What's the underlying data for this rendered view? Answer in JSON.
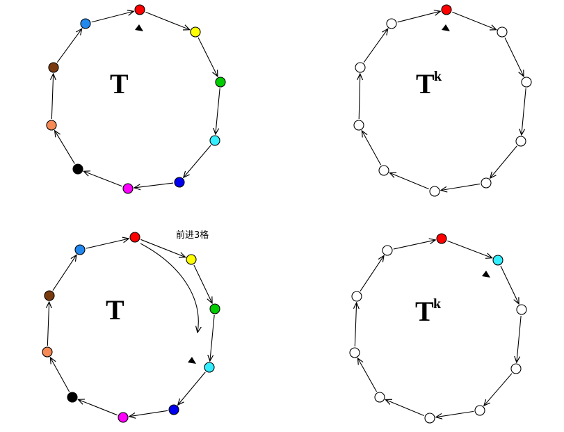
{
  "colors": {
    "red": "#ff0000",
    "yellow": "#ffff00",
    "green": "#00cc00",
    "cyan": "#33eeff",
    "blue": "#0000ee",
    "magenta": "#ff00ff",
    "black": "#000000",
    "orange": "#f58a55",
    "brown": "#7a3a10",
    "skyblue": "#2288ee",
    "empty": "#ffffff"
  },
  "panels": [
    {
      "id": "top-left",
      "label": "T",
      "superscript": "",
      "nodes": [
        "red",
        "yellow",
        "green",
        "cyan",
        "blue",
        "magenta",
        "black",
        "orange",
        "brown",
        "skyblue"
      ],
      "pointer_node": 0,
      "annotation": ""
    },
    {
      "id": "top-right",
      "label": "T",
      "superscript": "k",
      "nodes": [
        "red",
        "empty",
        "empty",
        "empty",
        "empty",
        "empty",
        "empty",
        "empty",
        "empty",
        "empty"
      ],
      "pointer_node": 0,
      "annotation": ""
    },
    {
      "id": "bottom-left",
      "label": "T",
      "superscript": "",
      "nodes": [
        "red",
        "yellow",
        "green",
        "cyan",
        "blue",
        "magenta",
        "black",
        "orange",
        "brown",
        "skyblue"
      ],
      "pointer_node": 3,
      "annotation": "前进3格",
      "jump_from": 0,
      "jump_to": 3
    },
    {
      "id": "bottom-right",
      "label": "T",
      "superscript": "k",
      "nodes": [
        "red",
        "cyan",
        "empty",
        "empty",
        "empty",
        "empty",
        "empty",
        "empty",
        "empty",
        "empty"
      ],
      "pointer_node": 1,
      "annotation": ""
    }
  ]
}
